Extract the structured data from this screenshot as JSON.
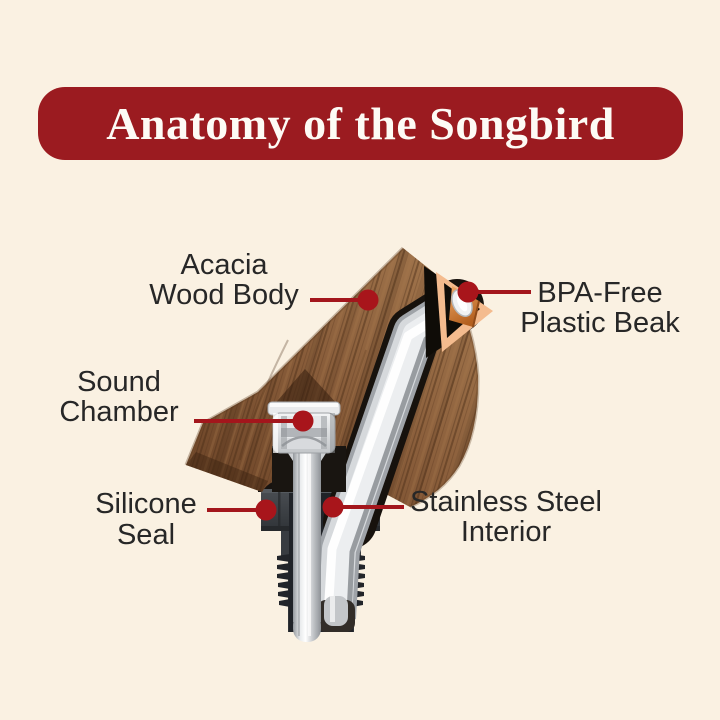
{
  "title": {
    "text": "Anatomy of the Songbird"
  },
  "callouts": [
    {
      "id": "acacia-wood-body",
      "line1": "Acacia",
      "line2": "Wood Body"
    },
    {
      "id": "bpa-free-plastic-beak",
      "line1": "BPA-Free",
      "line2": "Plastic Beak"
    },
    {
      "id": "sound-chamber",
      "line1": "Sound",
      "line2": "Chamber"
    },
    {
      "id": "silicone-seal",
      "line1": "Silicone",
      "line2": "Seal"
    },
    {
      "id": "stainless-steel-interior",
      "line1": "Stainless Steel",
      "line2": "Interior"
    }
  ],
  "colors": {
    "background": "#FAF1E2",
    "banner_red": "#9B1B20",
    "accent_red": "#A3161C",
    "label_text": "#272727",
    "wood_brown": "#8A5E3B",
    "steel_gray": "#D6D9DC",
    "silicone_charcoal": "#35393D",
    "beak_peach": "#F4BB8E",
    "beak_copper": "#C8762F"
  }
}
